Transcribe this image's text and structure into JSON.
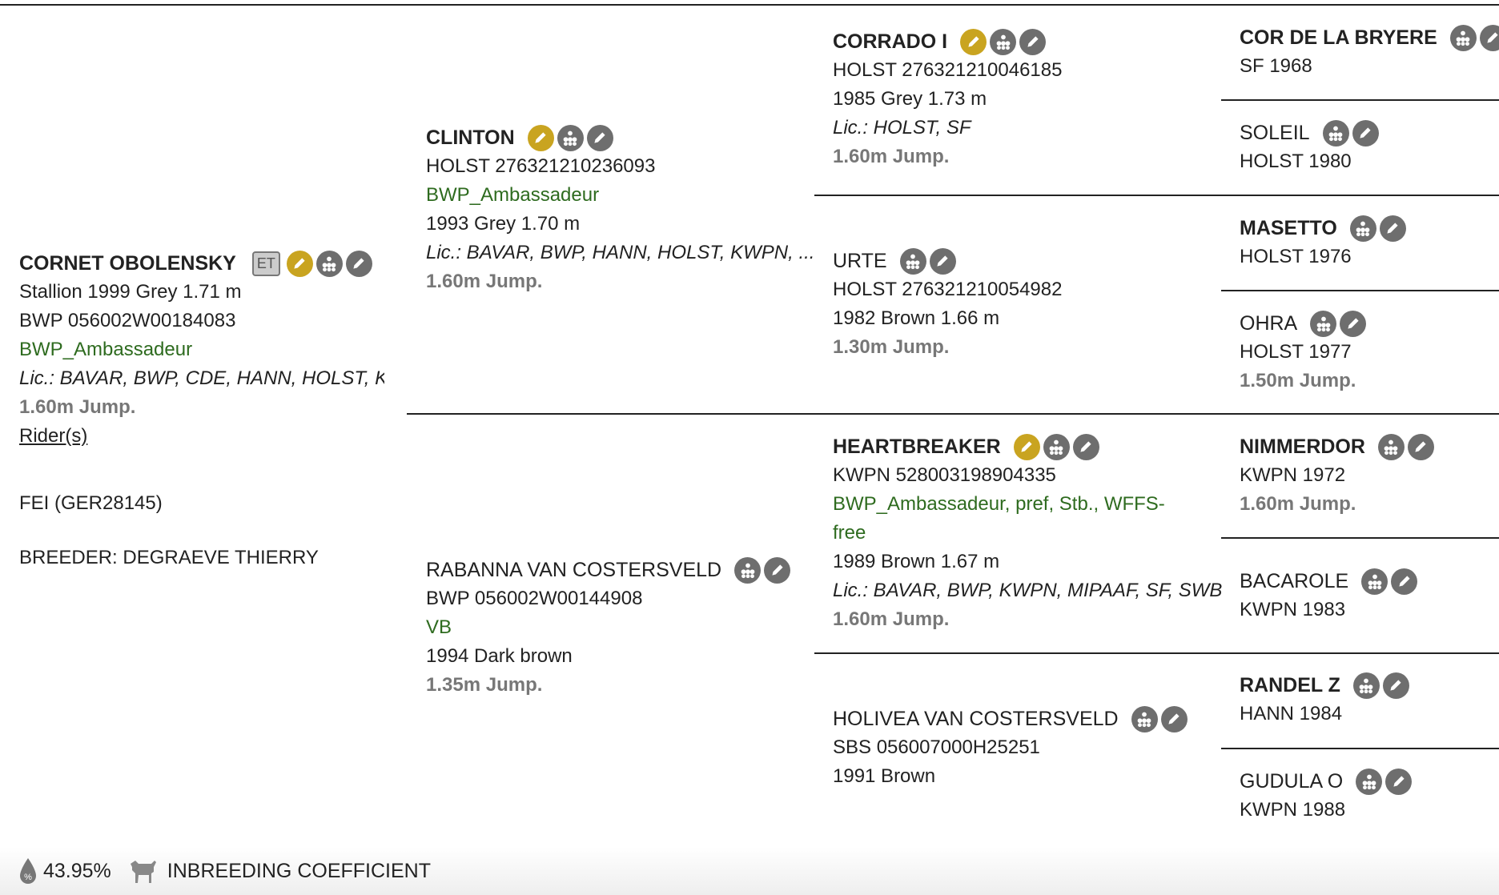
{
  "subject": {
    "name": "CORNET OBOLENSKY",
    "badge": "ET",
    "line1": "Stallion 1999 Grey 1.71 m",
    "line2": "BWP 056002W00184083",
    "approval": "BWP_Ambassadeur",
    "lic": "Lic.: BAVAR, BWP, CDE, HANN, HOLST, KWPN",
    "jump": "1.60m Jump.",
    "riders_link": "Rider(s)",
    "fei": "FEI (GER28145)",
    "breeder": "BREEDER: DEGRAEVE THIERRY"
  },
  "sire": {
    "name": "CLINTON",
    "reg": "HOLST 276321210236093",
    "approval": "BWP_Ambassadeur",
    "line": "1993 Grey 1.70 m",
    "lic": "Lic.: BAVAR, BWP, HANN, HOLST, KWPN, ...",
    "jump": "1.60m Jump."
  },
  "dam": {
    "name": "RABANNA VAN COSTERSVELD",
    "reg": "BWP 056002W00144908",
    "approval": "VB",
    "line": "1994 Dark brown",
    "jump": "1.35m Jump."
  },
  "ss": {
    "name": "CORRADO I",
    "reg": "HOLST 276321210046185",
    "line": "1985 Grey 1.73 m",
    "lic": "Lic.: HOLST, SF",
    "jump": "1.60m Jump."
  },
  "sd": {
    "name": "URTE",
    "reg": "HOLST 276321210054982",
    "line": "1982 Brown 1.66 m",
    "jump": "1.30m Jump."
  },
  "ds": {
    "name": "HEARTBREAKER",
    "reg": "KWPN 528003198904335",
    "approval1": "BWP_Ambassadeur, pref, Stb., WFFS-",
    "approval2": "free",
    "line": "1989 Brown 1.67 m",
    "lic": "Lic.: BAVAR, BWP, KWPN, MIPAAF, SF, SWB",
    "jump": "1.60m Jump."
  },
  "dd": {
    "name": "HOLIVEA VAN COSTERSVELD",
    "reg": "SBS 056007000H25251",
    "line": "1991 Brown"
  },
  "g3": [
    {
      "name": "COR DE LA BRYERE",
      "info": "SF 1968",
      "jump": ""
    },
    {
      "name": "SOLEIL",
      "info": "HOLST 1980",
      "jump": ""
    },
    {
      "name": "MASETTO",
      "info": "HOLST 1976",
      "jump": ""
    },
    {
      "name": "OHRA",
      "info": "HOLST 1977",
      "jump": "1.50m Jump."
    },
    {
      "name": "NIMMERDOR",
      "info": "KWPN 1972",
      "jump": "1.60m Jump."
    },
    {
      "name": "BACAROLE",
      "info": "KWPN 1983",
      "jump": ""
    },
    {
      "name": "RANDEL Z",
      "info": "HANN 1984",
      "jump": ""
    },
    {
      "name": "GUDULA O",
      "info": "KWPN 1988",
      "jump": ""
    }
  ],
  "footer": {
    "percent": "43.95%",
    "label": "INBREEDING COEFFICIENT"
  },
  "icons": {
    "pedigree": "pedigree-tree-icon",
    "edit": "pencil-edit-icon",
    "gold": "gold-pencil-icon"
  },
  "colors": {
    "approval_green": "#2e6b1f",
    "gold": "#c9a420",
    "icon_gray": "#6e6e6e"
  }
}
